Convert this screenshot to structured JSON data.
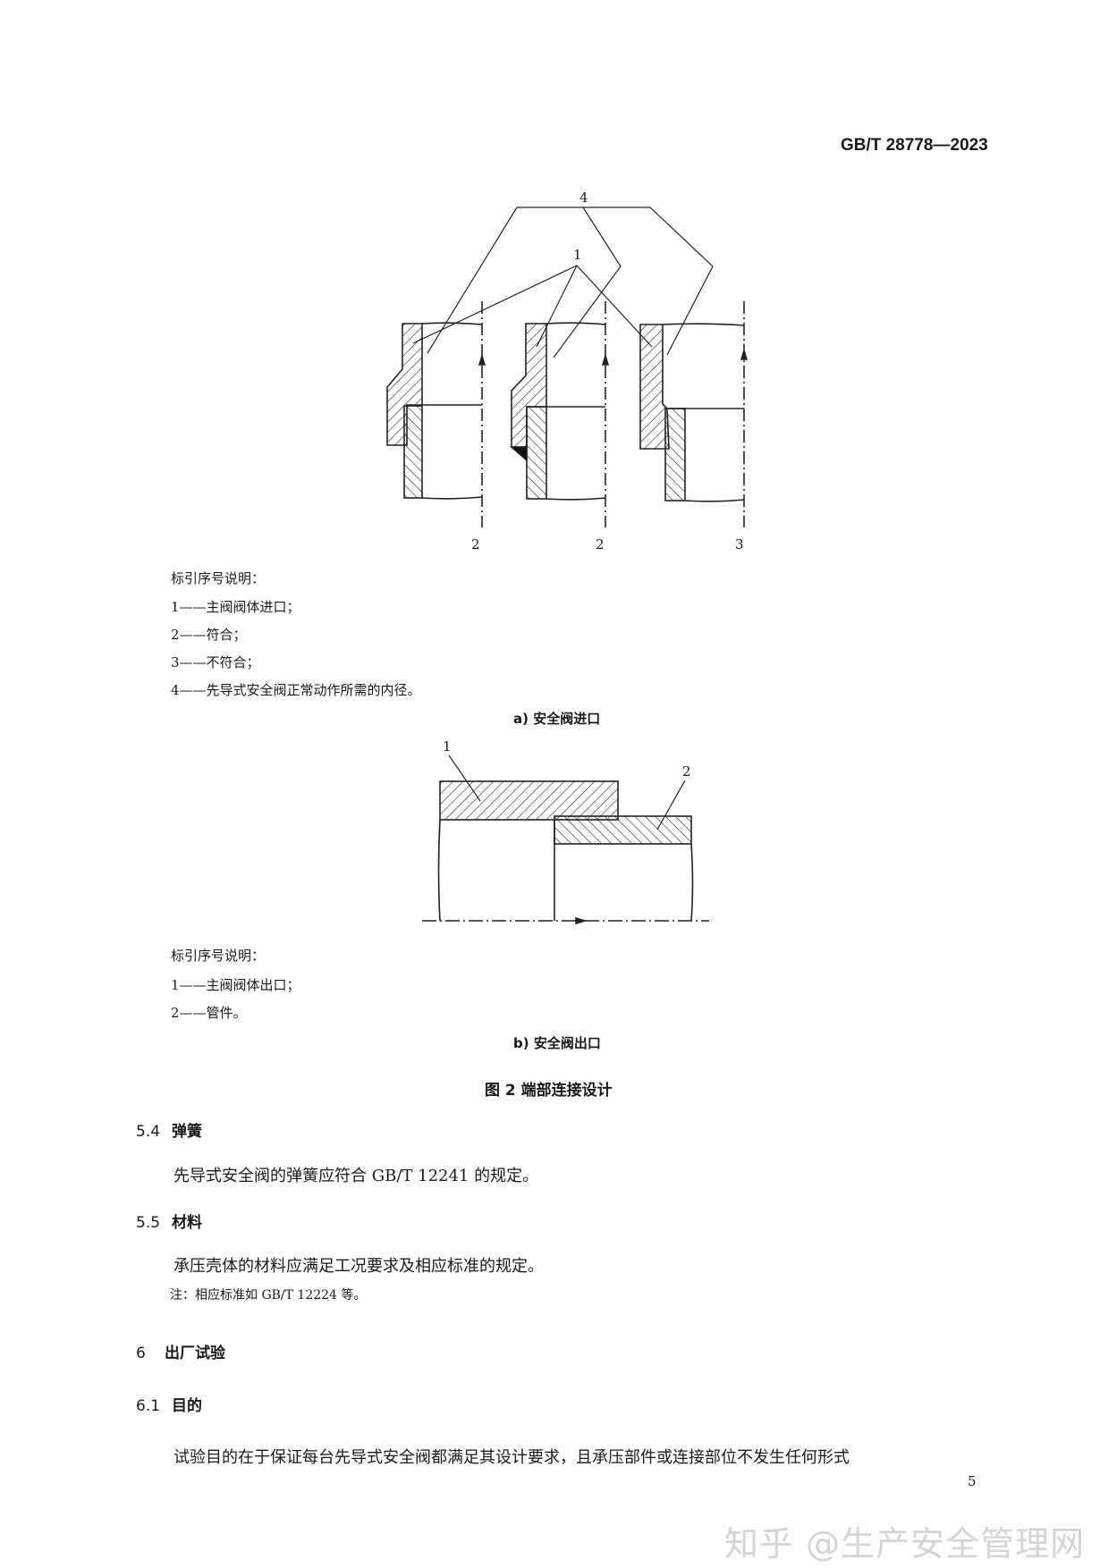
{
  "header": {
    "standard_no": "GB/T 28778—2023"
  },
  "figure_a": {
    "labels": {
      "l4": "4",
      "l1": "1",
      "c1": "2",
      "c2": "2",
      "c3": "3"
    },
    "legend_title": "标引序号说明：",
    "legend": [
      "1——主阀阀体进口；",
      "2——符合；",
      "3——不符合；",
      "4——先导式安全阀正常动作所需的内径。"
    ],
    "caption": "a)  安全阀进口"
  },
  "figure_b": {
    "labels": {
      "l1": "1",
      "l2": "2"
    },
    "legend_title": "标引序号说明：",
    "legend": [
      "1——主阀阀体出口；",
      "2——管件。"
    ],
    "caption": "b)  安全阀出口"
  },
  "figure_title": "图 2   端部连接设计",
  "sections": [
    {
      "num": "5.4",
      "title": "弹簧",
      "body": "先导式安全阀的弹簧应符合 GB/T 12241 的规定。"
    },
    {
      "num": "5.5",
      "title": "材料",
      "body": "承压壳体的材料应满足工况要求及相应标准的规定。",
      "note": "注：相应标准如 GB/T 12224 等。"
    },
    {
      "num": "6",
      "title": "出厂试验"
    },
    {
      "num": "6.1",
      "title": "目的",
      "body": "试验目的在于保证每台先导式安全阀都满足其设计要求，且承压部件或连接部位不发生任何形式"
    }
  ],
  "page_number": "5",
  "watermark": "知乎 @生产安全管理网"
}
